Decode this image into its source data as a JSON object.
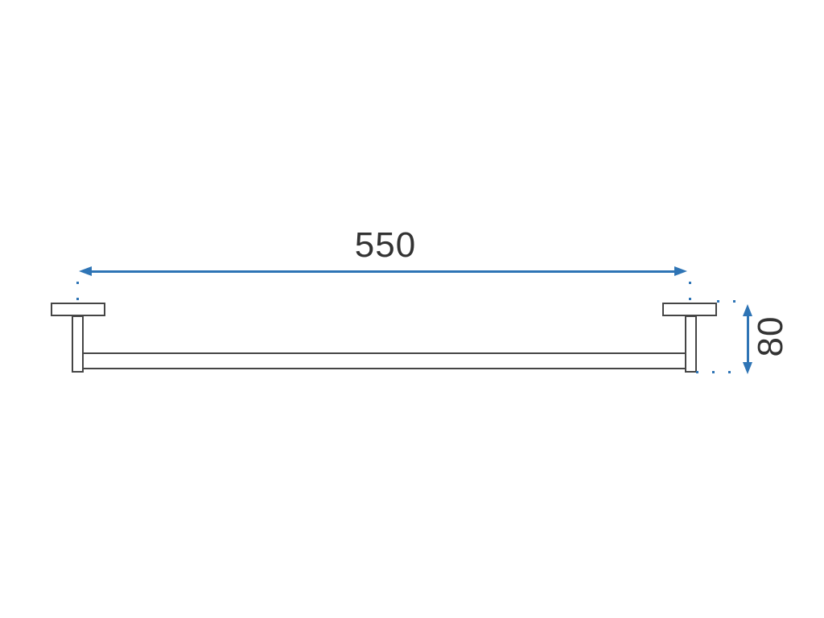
{
  "diagram": {
    "type": "technical-dimension-drawing",
    "dimensions": {
      "width": {
        "value": "550",
        "orientation": "horizontal"
      },
      "height": {
        "value": "80",
        "orientation": "vertical"
      }
    },
    "parts": [
      "left-wall-flange",
      "left-post",
      "rail-bar",
      "right-post",
      "right-wall-flange"
    ],
    "colors": {
      "dimension_arrow": "#2e74b5",
      "outline": "#454545",
      "label_text": "#333333",
      "canvas_bg": "#ffffff"
    }
  }
}
